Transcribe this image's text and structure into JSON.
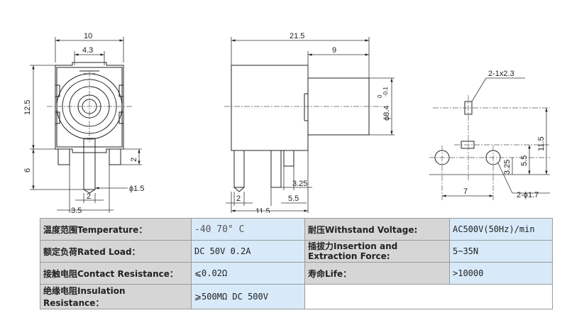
{
  "dimensions": {
    "front": {
      "width": "10",
      "inner": "4.3",
      "height": "12.5",
      "pin_len": "6",
      "pin_w": "2",
      "pitch": "2",
      "pin_dia": "ϕ1.5",
      "bottom": "3.5"
    },
    "side": {
      "length": "21.5",
      "barrel": "9",
      "barrel_dia": "ϕ8.4",
      "tol_top": "0",
      "tol_bottom": "-0.1",
      "pin_gap": "2",
      "pin_a": "3.25",
      "pin_b": "5.5",
      "base": "11.5"
    },
    "pcb": {
      "slot": "2-1x2.3",
      "hole": "2-ϕ1.7",
      "h1": "11.5",
      "h2": "5.5",
      "h3": "3.25",
      "w": "7"
    }
  },
  "spec_table": {
    "rows": [
      {
        "l_label": "温度范围Temperature：",
        "l_value": "-40   70° C",
        "r_label": "耐压Withstand Voltage:",
        "r_value": "AC500V(50Hz)/min"
      },
      {
        "l_label": "额定负荷Rated Load：",
        "l_value": "DC 50V 0.2A",
        "r_label": "插拔力Insertion and Extraction Force:",
        "r_value": "5~35N"
      },
      {
        "l_label": "接触电阻Contact Resistance：",
        "l_value": "⩽0.02Ω",
        "r_label": "寿命Life：",
        "r_value": ">10000"
      },
      {
        "l_label": "绝缘电阻Insulation Resistance：",
        "l_value": "⩾500MΩ DC 500V",
        "r_label": "",
        "r_value": ""
      }
    ]
  }
}
